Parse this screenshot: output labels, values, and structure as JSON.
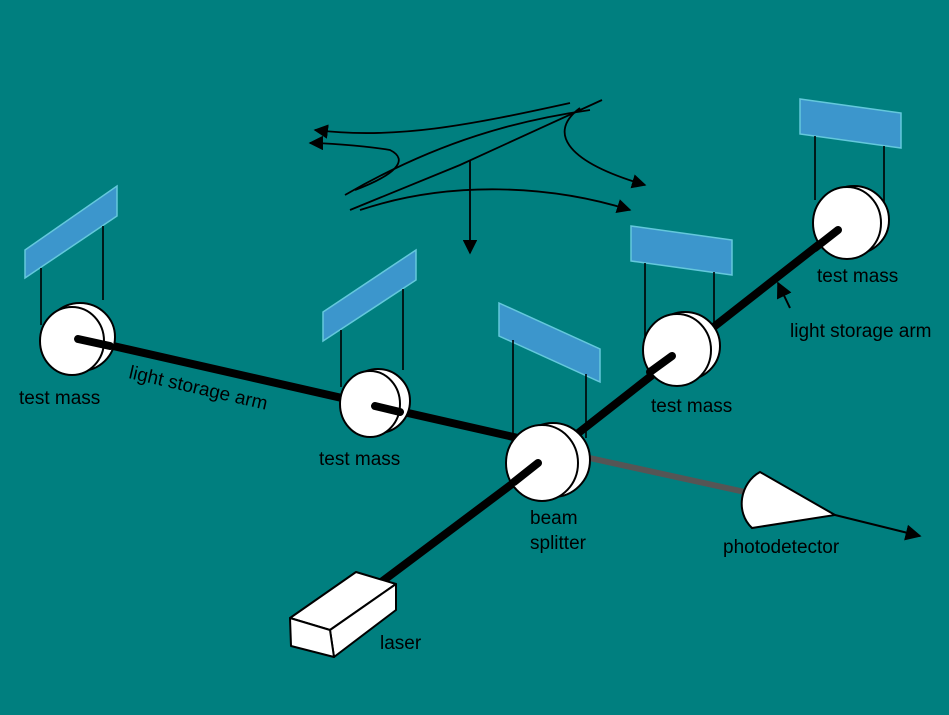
{
  "labels": {
    "test_mass_left_far": "test mass",
    "test_mass_left_near": "test mass",
    "test_mass_right_near": "test mass",
    "test_mass_right_far": "test mass",
    "arm_left": "light storage arm",
    "arm_right": "light storage arm",
    "beam_splitter_line1": "beam",
    "beam_splitter_line2": "splitter",
    "photodetector": "photodetector",
    "laser": "laser"
  },
  "colors": {
    "background": "#007f7f",
    "suspension_pad": "#3c96cc",
    "pad_edge": "#64c8dc",
    "mass": "#ffffff",
    "output_beam": "#555555"
  }
}
